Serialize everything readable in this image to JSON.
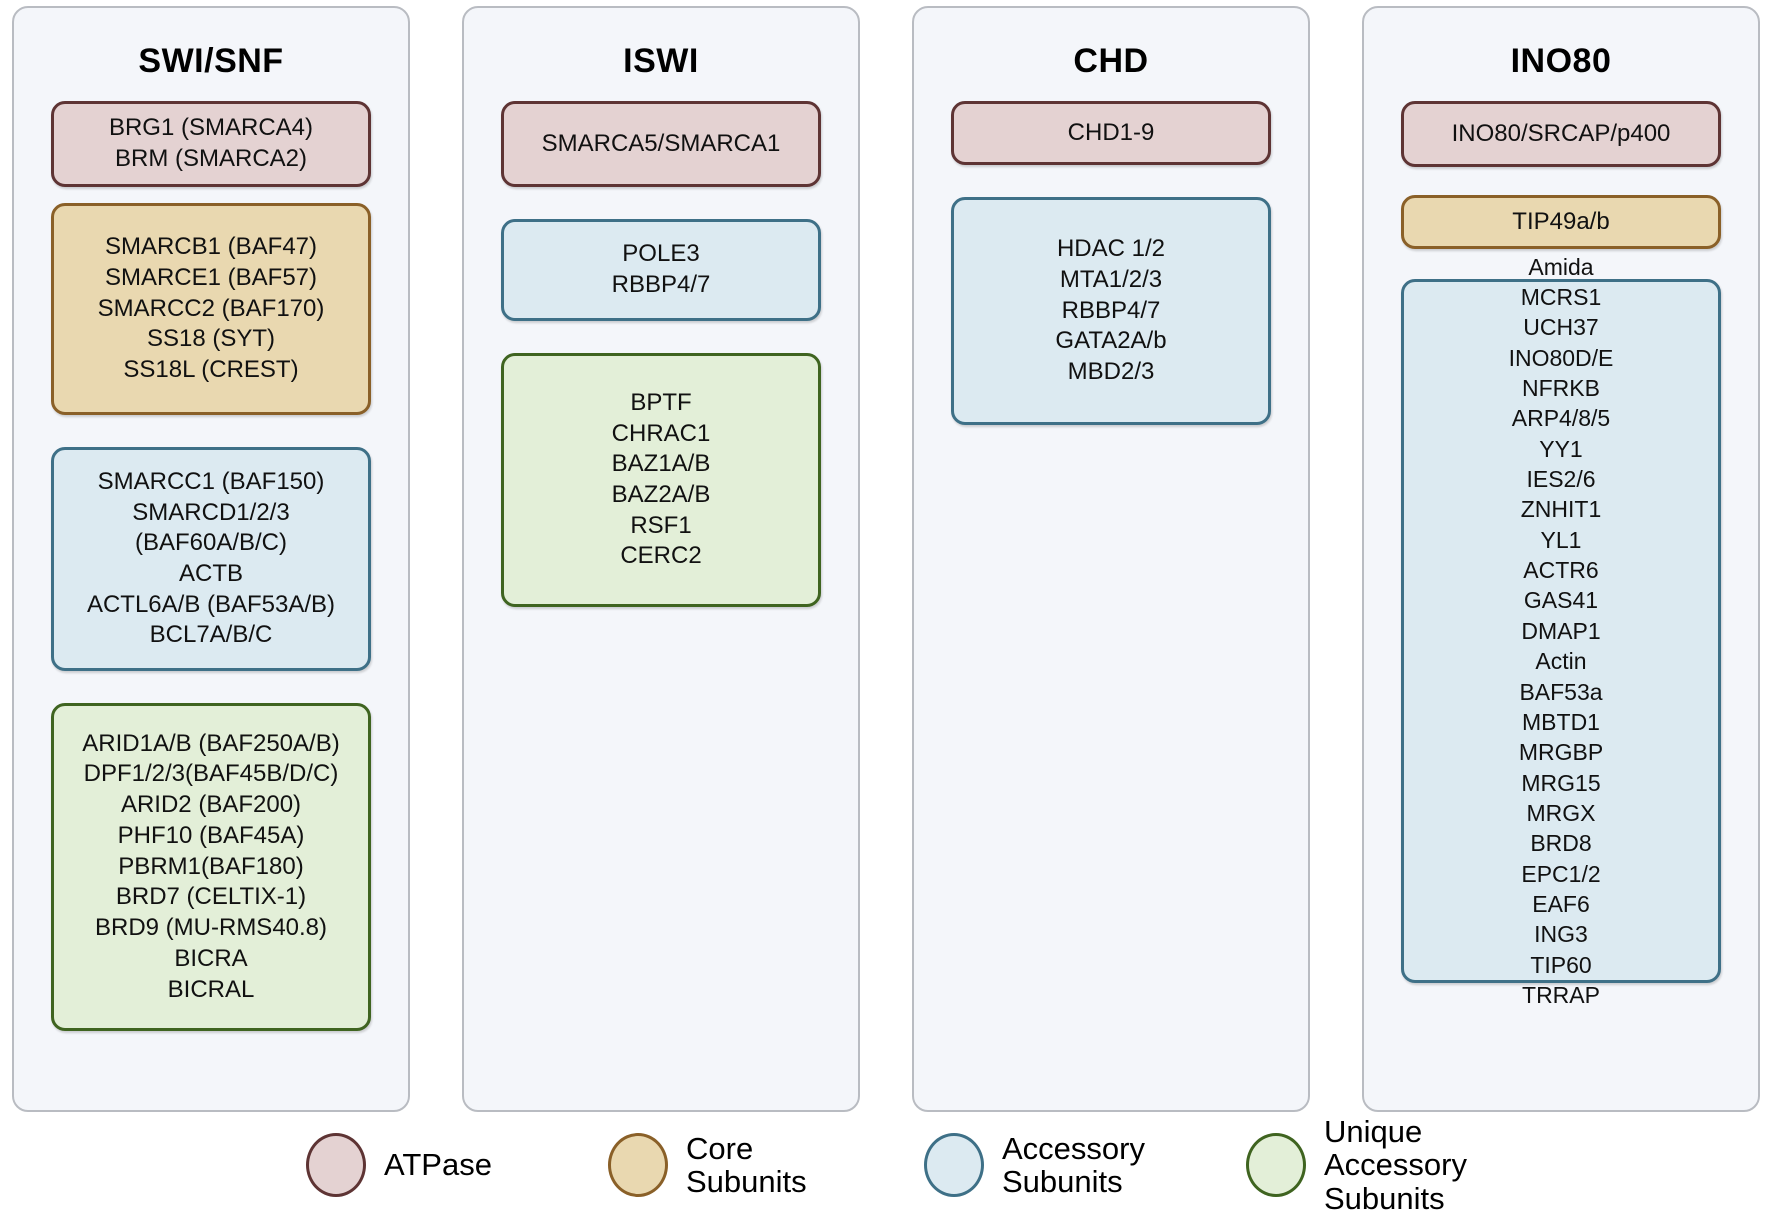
{
  "diagram": {
    "title": "Chromatin remodeler complex families and subunits",
    "columns": [
      {
        "name": "SWI/SNF",
        "boxes": [
          {
            "type": "atpase",
            "lines": [
              "BRG1 (SMARCA4)",
              "BRM (SMARCA2)"
            ]
          },
          {
            "type": "core",
            "lines": [
              "SMARCB1 (BAF47)",
              "SMARCE1 (BAF57)",
              "SMARCC2 (BAF170)",
              "SS18 (SYT)",
              "SS18L (CREST)"
            ]
          },
          {
            "type": "accessory",
            "lines": [
              "SMARCC1 (BAF150)",
              "SMARCD1/2/3",
              "(BAF60A/B/C)",
              "ACTB",
              "ACTL6A/B (BAF53A/B)",
              "BCL7A/B/C"
            ]
          },
          {
            "type": "unique",
            "lines": [
              "ARID1A/B (BAF250A/B)",
              "DPF1/2/3(BAF45B/D/C)",
              "ARID2 (BAF200)",
              "PHF10 (BAF45A)",
              "PBRM1(BAF180)",
              "BRD7 (CELTIX-1)",
              "BRD9 (MU-RMS40.8)",
              "BICRA",
              "BICRAL"
            ]
          }
        ]
      },
      {
        "name": "ISWI",
        "boxes": [
          {
            "type": "atpase",
            "lines": [
              "SMARCA5/SMARCA1"
            ]
          },
          {
            "type": "accessory",
            "lines": [
              "POLE3",
              "RBBP4/7"
            ]
          },
          {
            "type": "unique",
            "lines": [
              "BPTF",
              "CHRAC1",
              "BAZ1A/B",
              "BAZ2A/B",
              "RSF1",
              "CERC2"
            ]
          }
        ]
      },
      {
        "name": "CHD",
        "boxes": [
          {
            "type": "atpase",
            "lines": [
              "CHD1-9"
            ]
          },
          {
            "type": "accessory",
            "lines": [
              "HDAC 1/2",
              "MTA1/2/3",
              "RBBP4/7",
              "GATA2A/b",
              "MBD2/3"
            ]
          }
        ]
      },
      {
        "name": "INO80",
        "boxes": [
          {
            "type": "atpase",
            "lines": [
              "INO80/SRCAP/p400"
            ]
          },
          {
            "type": "core",
            "lines": [
              "TIP49a/b"
            ]
          },
          {
            "type": "accessory",
            "lines": [
              "Amida",
              "MCRS1",
              "UCH37",
              "INO80D/E",
              "NFRKB",
              "ARP4/8/5",
              "YY1",
              "IES2/6",
              "ZNHIT1",
              "YL1",
              "ACTR6",
              "GAS41",
              "DMAP1",
              "Actin",
              "BAF53a",
              "MBTD1",
              "MRGBP",
              "MRG15",
              "MRGX",
              "BRD8",
              "EPC1/2",
              "EAF6",
              "ING3",
              "TIP60",
              "TRRAP"
            ]
          }
        ]
      }
    ],
    "legend": [
      {
        "type": "atpase",
        "lines": [
          "ATPase"
        ]
      },
      {
        "type": "core",
        "lines": [
          "Core",
          "Subunits"
        ]
      },
      {
        "type": "accessory",
        "lines": [
          "Accessory",
          "Subunits"
        ]
      },
      {
        "type": "unique",
        "lines": [
          "Unique",
          "Accessory",
          "Subunits"
        ]
      }
    ],
    "colors": {
      "atpase_fill": "#e4d2d2",
      "atpase_border": "#5e3434",
      "core_fill": "#e9d8b0",
      "core_border": "#8a6028",
      "accessory_fill": "#dceaf1",
      "accessory_border": "#3e7087",
      "unique_fill": "#e3efd8",
      "unique_border": "#3f6420",
      "panel_fill": "#f4f6fa",
      "panel_border": "#b9bcc2"
    }
  }
}
